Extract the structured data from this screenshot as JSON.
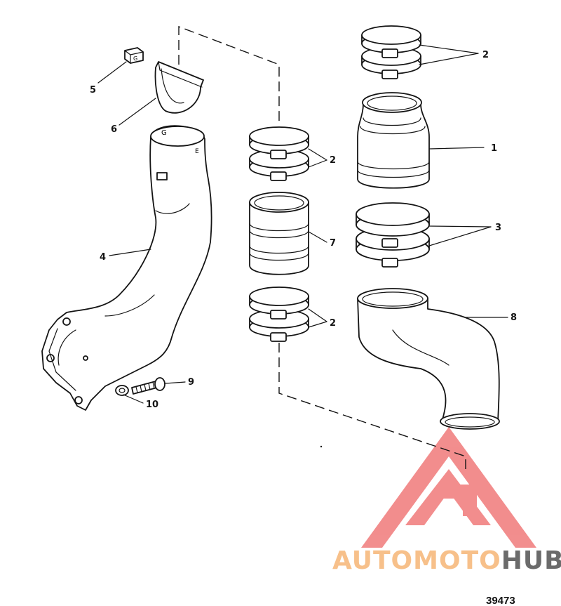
{
  "callouts": [
    {
      "id": "1",
      "text": "1"
    },
    {
      "id": "2a",
      "text": "2"
    },
    {
      "id": "2b",
      "text": "2"
    },
    {
      "id": "2c",
      "text": "2"
    },
    {
      "id": "3",
      "text": "3"
    },
    {
      "id": "4",
      "text": "4"
    },
    {
      "id": "5",
      "text": "5"
    },
    {
      "id": "6",
      "text": "6"
    },
    {
      "id": "7",
      "text": "7"
    },
    {
      "id": "8",
      "text": "8"
    },
    {
      "id": "9",
      "text": "9"
    },
    {
      "id": "10",
      "text": "10"
    }
  ],
  "figure_number": "39473",
  "watermark": {
    "part1": "AUTOMOTO",
    "part2": "HUB",
    "color1": "#f7c08a",
    "color2": "#6b6b6b",
    "logo_color": "#f07a7a"
  },
  "part_marks": {
    "elbow_top_mark": "G",
    "elbow_side_mark": "E",
    "stud_mark": "G"
  }
}
